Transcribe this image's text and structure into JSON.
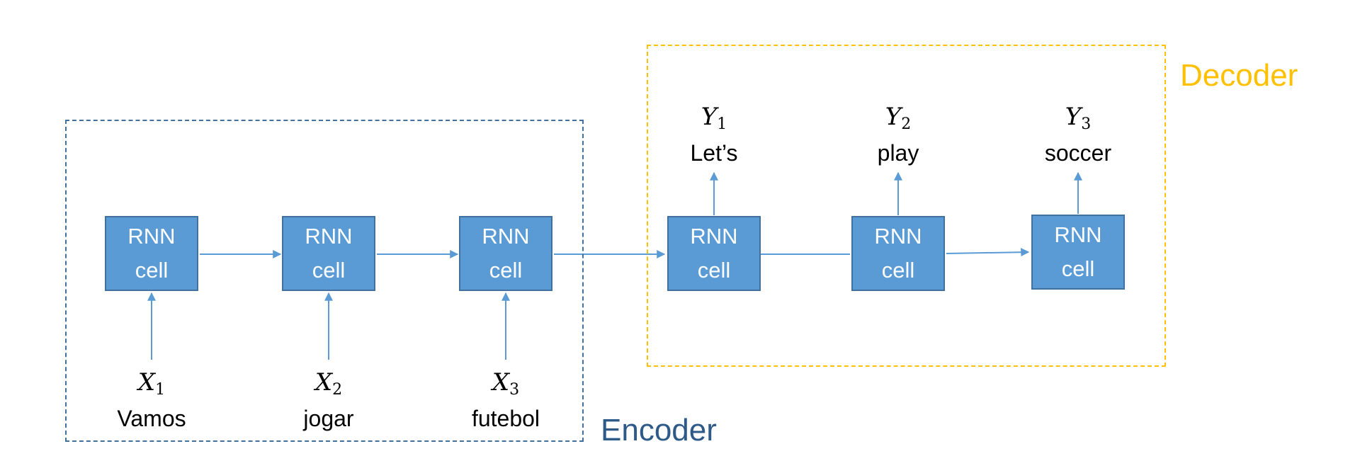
{
  "encoder": {
    "label": "Encoder",
    "cells": [
      {
        "line1": "RNN",
        "line2": "cell"
      },
      {
        "line1": "RNN",
        "line2": "cell"
      },
      {
        "line1": "RNN",
        "line2": "cell"
      }
    ],
    "inputs": [
      {
        "symbol": "X",
        "index": "1",
        "word": "Vamos"
      },
      {
        "symbol": "X",
        "index": "2",
        "word": "jogar"
      },
      {
        "symbol": "X",
        "index": "3",
        "word": "futebol"
      }
    ]
  },
  "decoder": {
    "label": "Decoder",
    "cells": [
      {
        "line1": "RNN",
        "line2": "cell"
      },
      {
        "line1": "RNN",
        "line2": "cell"
      },
      {
        "line1": "RNN",
        "line2": "cell"
      }
    ],
    "outputs": [
      {
        "symbol": "Y",
        "index": "1",
        "word": "Let’s"
      },
      {
        "symbol": "Y",
        "index": "2",
        "word": "play"
      },
      {
        "symbol": "Y",
        "index": "3",
        "word": "soccer"
      }
    ]
  },
  "colors": {
    "cell_fill": "#5B9BD5",
    "cell_border": "#41719C",
    "arrow": "#5B9BD5",
    "encoder_border": "#41719C",
    "encoder_label": "#2E5A88",
    "decoder_border": "#FFC000",
    "decoder_label": "#FFC000"
  }
}
